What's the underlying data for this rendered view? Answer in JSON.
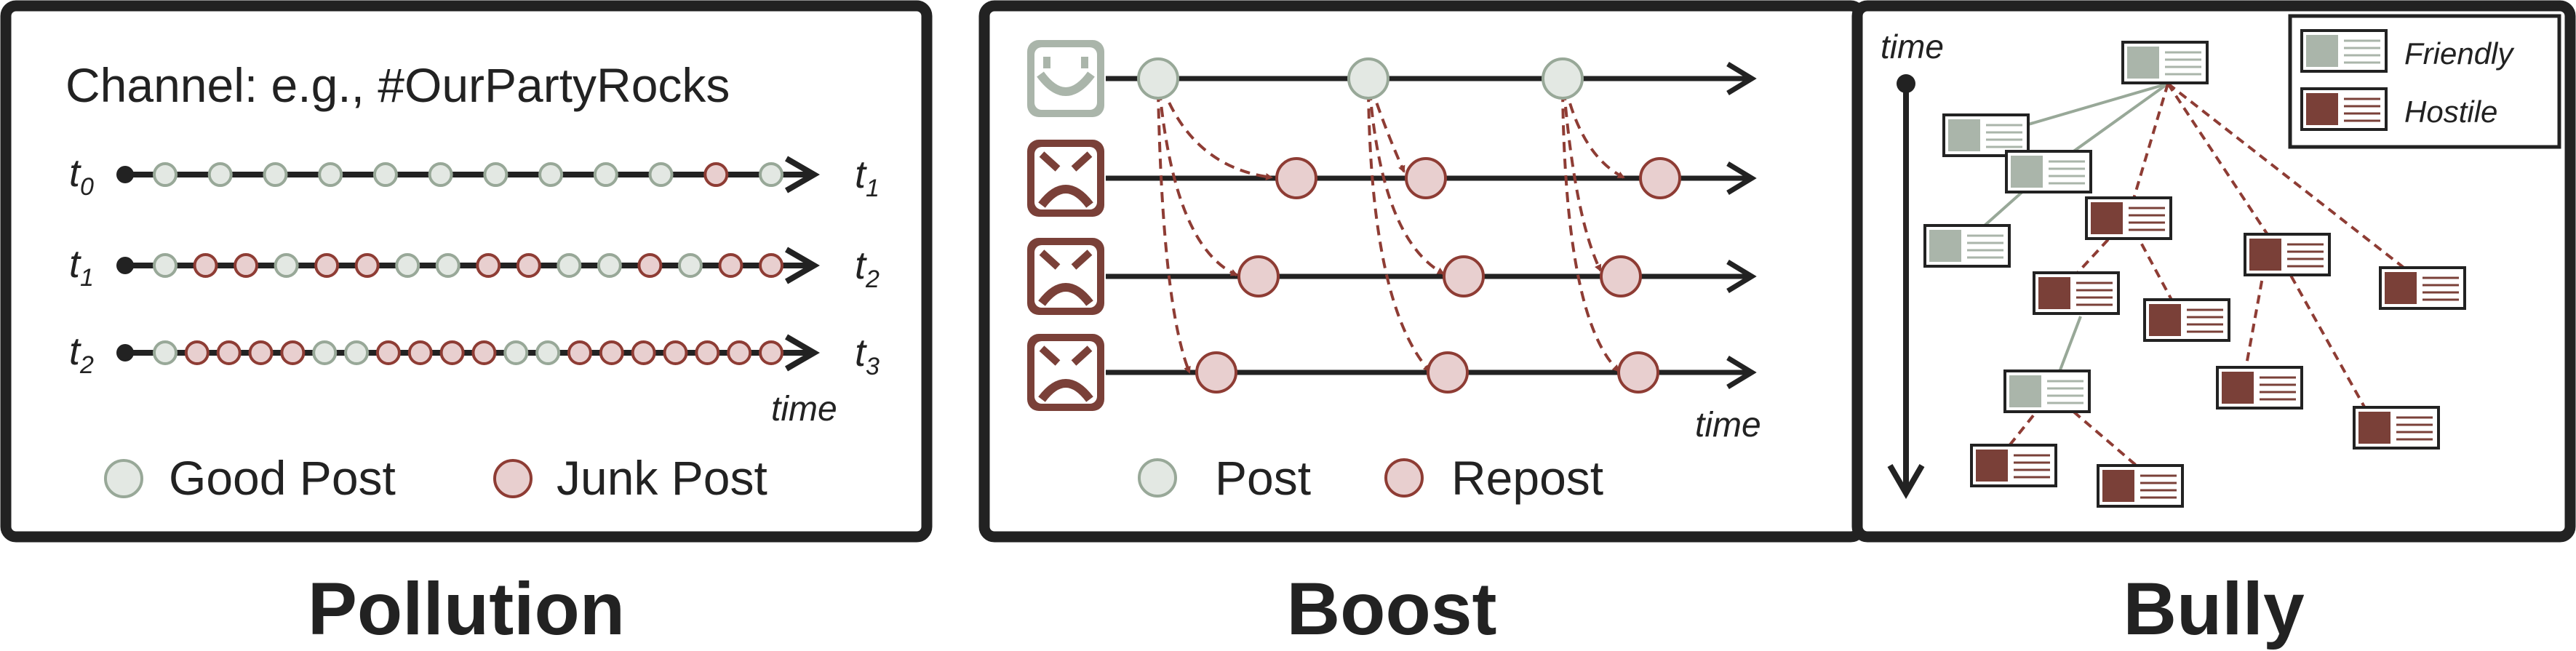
{
  "colors": {
    "good_fill": "#e3e8e3",
    "good_stroke": "#98a898",
    "junk_fill": "#e8cfcf",
    "junk_stroke": "#8e3c34",
    "line": "#222222",
    "friendly_icon": "#aab5aa",
    "hostile_icon": "#7a4038",
    "dashed": "#8e3c34",
    "solid_link": "#98a898"
  },
  "pollution": {
    "title": "Pollution",
    "channel_label": "Channel: e.g., #OurPartyRocks",
    "time_label": "time",
    "legend_good": "Good Post",
    "legend_junk": "Junk Post",
    "rows": [
      {
        "start": {
          "base": "t",
          "sub": "0"
        },
        "end": {
          "base": "t",
          "sub": "1"
        },
        "posts": [
          "g",
          "g",
          "g",
          "g",
          "g",
          "g",
          "g",
          "g",
          "g",
          "g",
          "j",
          "g"
        ]
      },
      {
        "start": {
          "base": "t",
          "sub": "1"
        },
        "end": {
          "base": "t",
          "sub": "2"
        },
        "posts": [
          "g",
          "j",
          "j",
          "g",
          "j",
          "j",
          "g",
          "g",
          "j",
          "j",
          "g",
          "g",
          "j",
          "g",
          "j",
          "j"
        ]
      },
      {
        "start": {
          "base": "t",
          "sub": "2"
        },
        "end": {
          "base": "t",
          "sub": "3"
        },
        "posts": [
          "g",
          "j",
          "j",
          "j",
          "j",
          "g",
          "g",
          "j",
          "j",
          "j",
          "j",
          "g",
          "g",
          "j",
          "j",
          "j",
          "j",
          "j",
          "j",
          "j"
        ]
      }
    ]
  },
  "boost": {
    "title": "Boost",
    "time_label": "time",
    "legend_post": "Post",
    "legend_repost": "Repost",
    "accounts": [
      "happy-face-icon",
      "angry-face-icon",
      "angry-face-icon",
      "angry-face-icon"
    ]
  },
  "bully": {
    "title": "Bully",
    "time_label": "time",
    "legend_friendly": "Friendly",
    "legend_hostile": "Hostile"
  }
}
